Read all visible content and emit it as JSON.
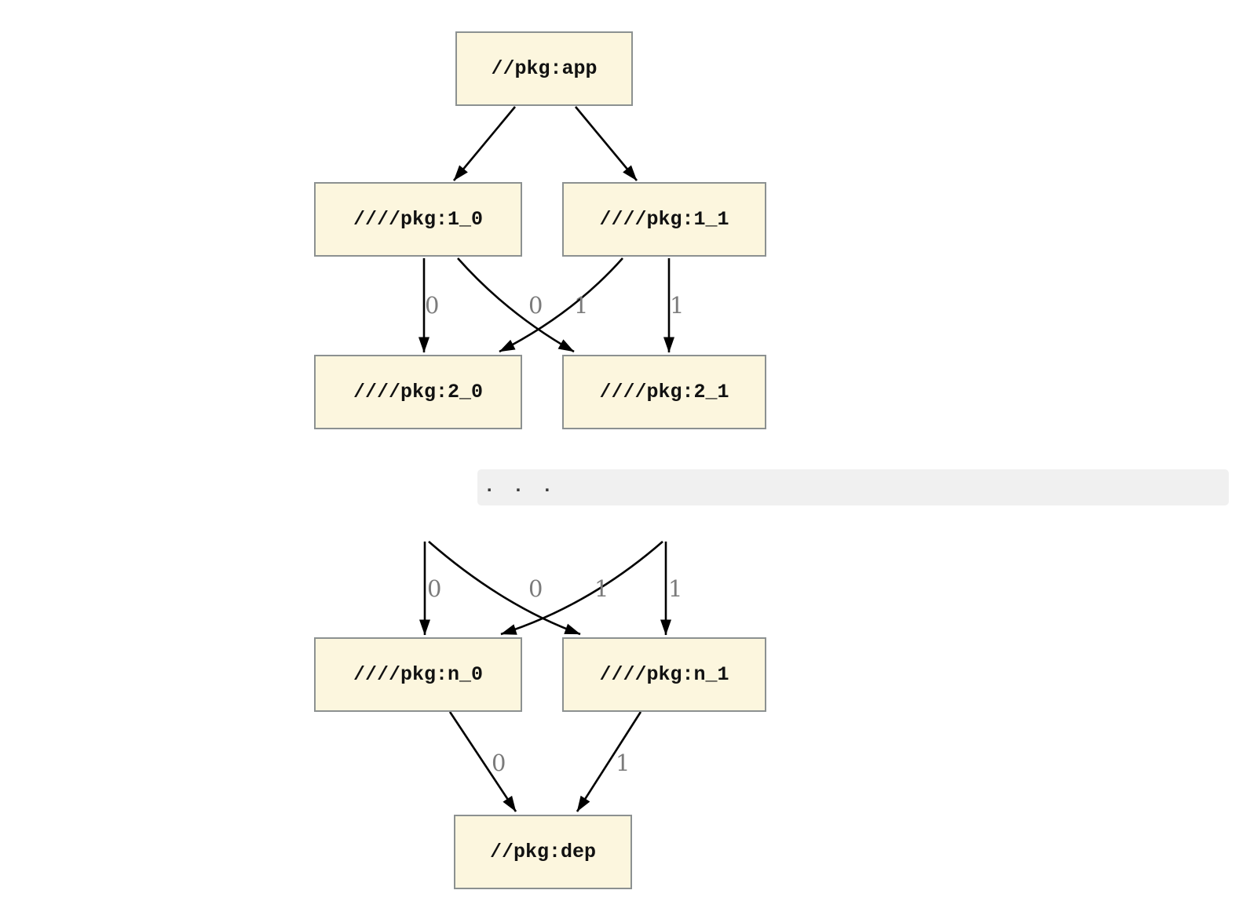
{
  "graph": {
    "colors": {
      "background": "#ffffff",
      "node_fill": "#fcf6de",
      "node_border": "#8c9191",
      "edge": "#000000",
      "edge_label": "#7b7b7b",
      "separator_bg": "#f0f0f0",
      "separator_dots": "#3a3a3a"
    },
    "nodes": {
      "app": {
        "label": "//pkg:app"
      },
      "l1_0": {
        "label": "////pkg:1_0"
      },
      "l1_1": {
        "label": "////pkg:1_1"
      },
      "l2_0": {
        "label": "////pkg:2_0"
      },
      "l2_1": {
        "label": "////pkg:2_1"
      },
      "ln_0": {
        "label": "////pkg:n_0"
      },
      "ln_1": {
        "label": "////pkg:n_1"
      },
      "dep": {
        "label": "//pkg:dep"
      }
    },
    "separator": {
      "text": ".  .  ."
    },
    "edges": [
      {
        "from": "//pkg:app",
        "to": "////pkg:1_0",
        "label": ""
      },
      {
        "from": "//pkg:app",
        "to": "////pkg:1_1",
        "label": ""
      },
      {
        "from": "////pkg:1_0",
        "to": "////pkg:2_0",
        "label": "0"
      },
      {
        "from": "////pkg:1_1",
        "to": "////pkg:2_0",
        "label": "0"
      },
      {
        "from": "////pkg:1_0",
        "to": "////pkg:2_1",
        "label": "1"
      },
      {
        "from": "////pkg:1_1",
        "to": "////pkg:2_1",
        "label": "1"
      },
      {
        "from": "...",
        "to": "////pkg:n_0",
        "label": "0"
      },
      {
        "from": "...",
        "to": "////pkg:n_0",
        "label": "0"
      },
      {
        "from": "...",
        "to": "////pkg:n_1",
        "label": "1"
      },
      {
        "from": "...",
        "to": "////pkg:n_1",
        "label": "1"
      },
      {
        "from": "////pkg:n_0",
        "to": "//pkg:dep",
        "label": "0"
      },
      {
        "from": "////pkg:n_1",
        "to": "//pkg:dep",
        "label": "1"
      }
    ],
    "edge_labels": {
      "upper": [
        "0",
        "0",
        "1",
        "1"
      ],
      "lower": [
        "0",
        "0",
        "1",
        "1"
      ],
      "bottom": [
        "0",
        "1"
      ]
    }
  }
}
